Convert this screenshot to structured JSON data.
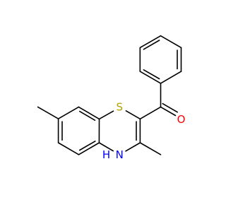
{
  "molecule": {
    "atoms": {
      "sulfur": "S",
      "oxygen": "O",
      "nitrogen_h": "H",
      "nitrogen": "N"
    },
    "colors": {
      "bond": "#000000",
      "sulfur": "#b3a200",
      "oxygen": "#ff0000",
      "nitrogen": "#0000ff",
      "background": "#ffffff"
    }
  }
}
